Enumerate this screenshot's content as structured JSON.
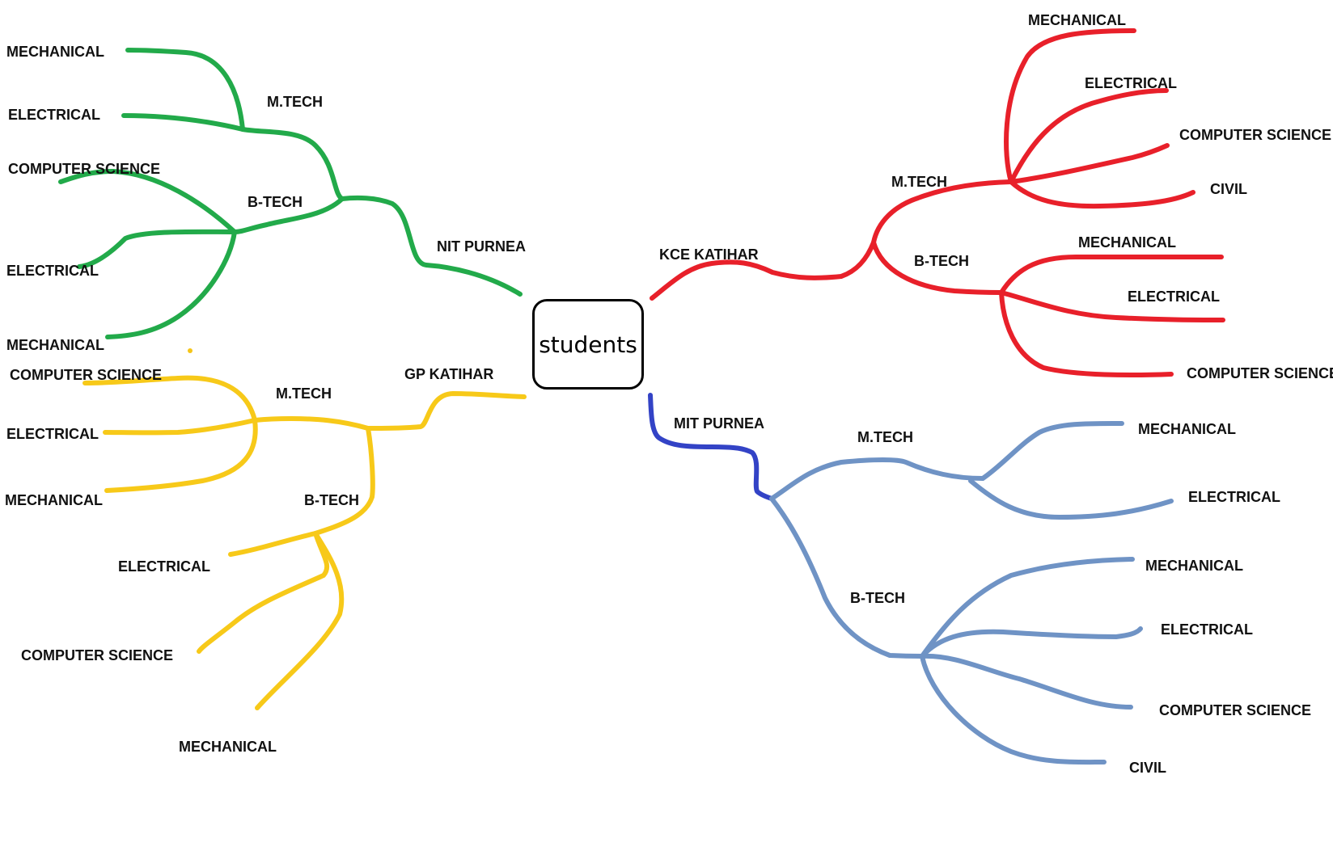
{
  "root": {
    "label": "students"
  },
  "colors": {
    "green": "#22aa4a",
    "red": "#e8202a",
    "yellow": "#f7c919",
    "blue": "#3343c6",
    "steel": "#6f93c5"
  },
  "branches": [
    {
      "name": "NIT PURNEA",
      "color": "green",
      "children": [
        {
          "name": "M.TECH",
          "children": [
            "MECHANICAL",
            "ELECTRICAL"
          ]
        },
        {
          "name": "B-TECH",
          "children": [
            "COMPUTER SCIENCE",
            "ELECTRICAL",
            "MECHANICAL"
          ]
        }
      ]
    },
    {
      "name": "KCE KATIHAR",
      "color": "red",
      "children": [
        {
          "name": "M.TECH",
          "children": [
            "MECHANICAL",
            "ELECTRICAL",
            "COMPUTER SCIENCE",
            "CIVIL"
          ]
        },
        {
          "name": "B-TECH",
          "children": [
            "MECHANICAL",
            "ELECTRICAL",
            "COMPUTER SCIENCE"
          ]
        }
      ]
    },
    {
      "name": "GP KATIHAR",
      "color": "yellow",
      "children": [
        {
          "name": "M.TECH",
          "children": [
            "COMPUTER SCIENCE",
            "ELECTRICAL",
            "MECHANICAL"
          ]
        },
        {
          "name": "B-TECH",
          "children": [
            "ELECTRICAL",
            "COMPUTER SCIENCE",
            "MECHANICAL"
          ]
        }
      ]
    },
    {
      "name": "MIT PURNEA",
      "color": "steel",
      "children": [
        {
          "name": "M.TECH",
          "children": [
            "MECHANICAL",
            "ELECTRICAL"
          ]
        },
        {
          "name": "B-TECH",
          "children": [
            "MECHANICAL",
            "ELECTRICAL",
            "COMPUTER SCIENCE",
            "CIVIL"
          ]
        }
      ]
    }
  ]
}
